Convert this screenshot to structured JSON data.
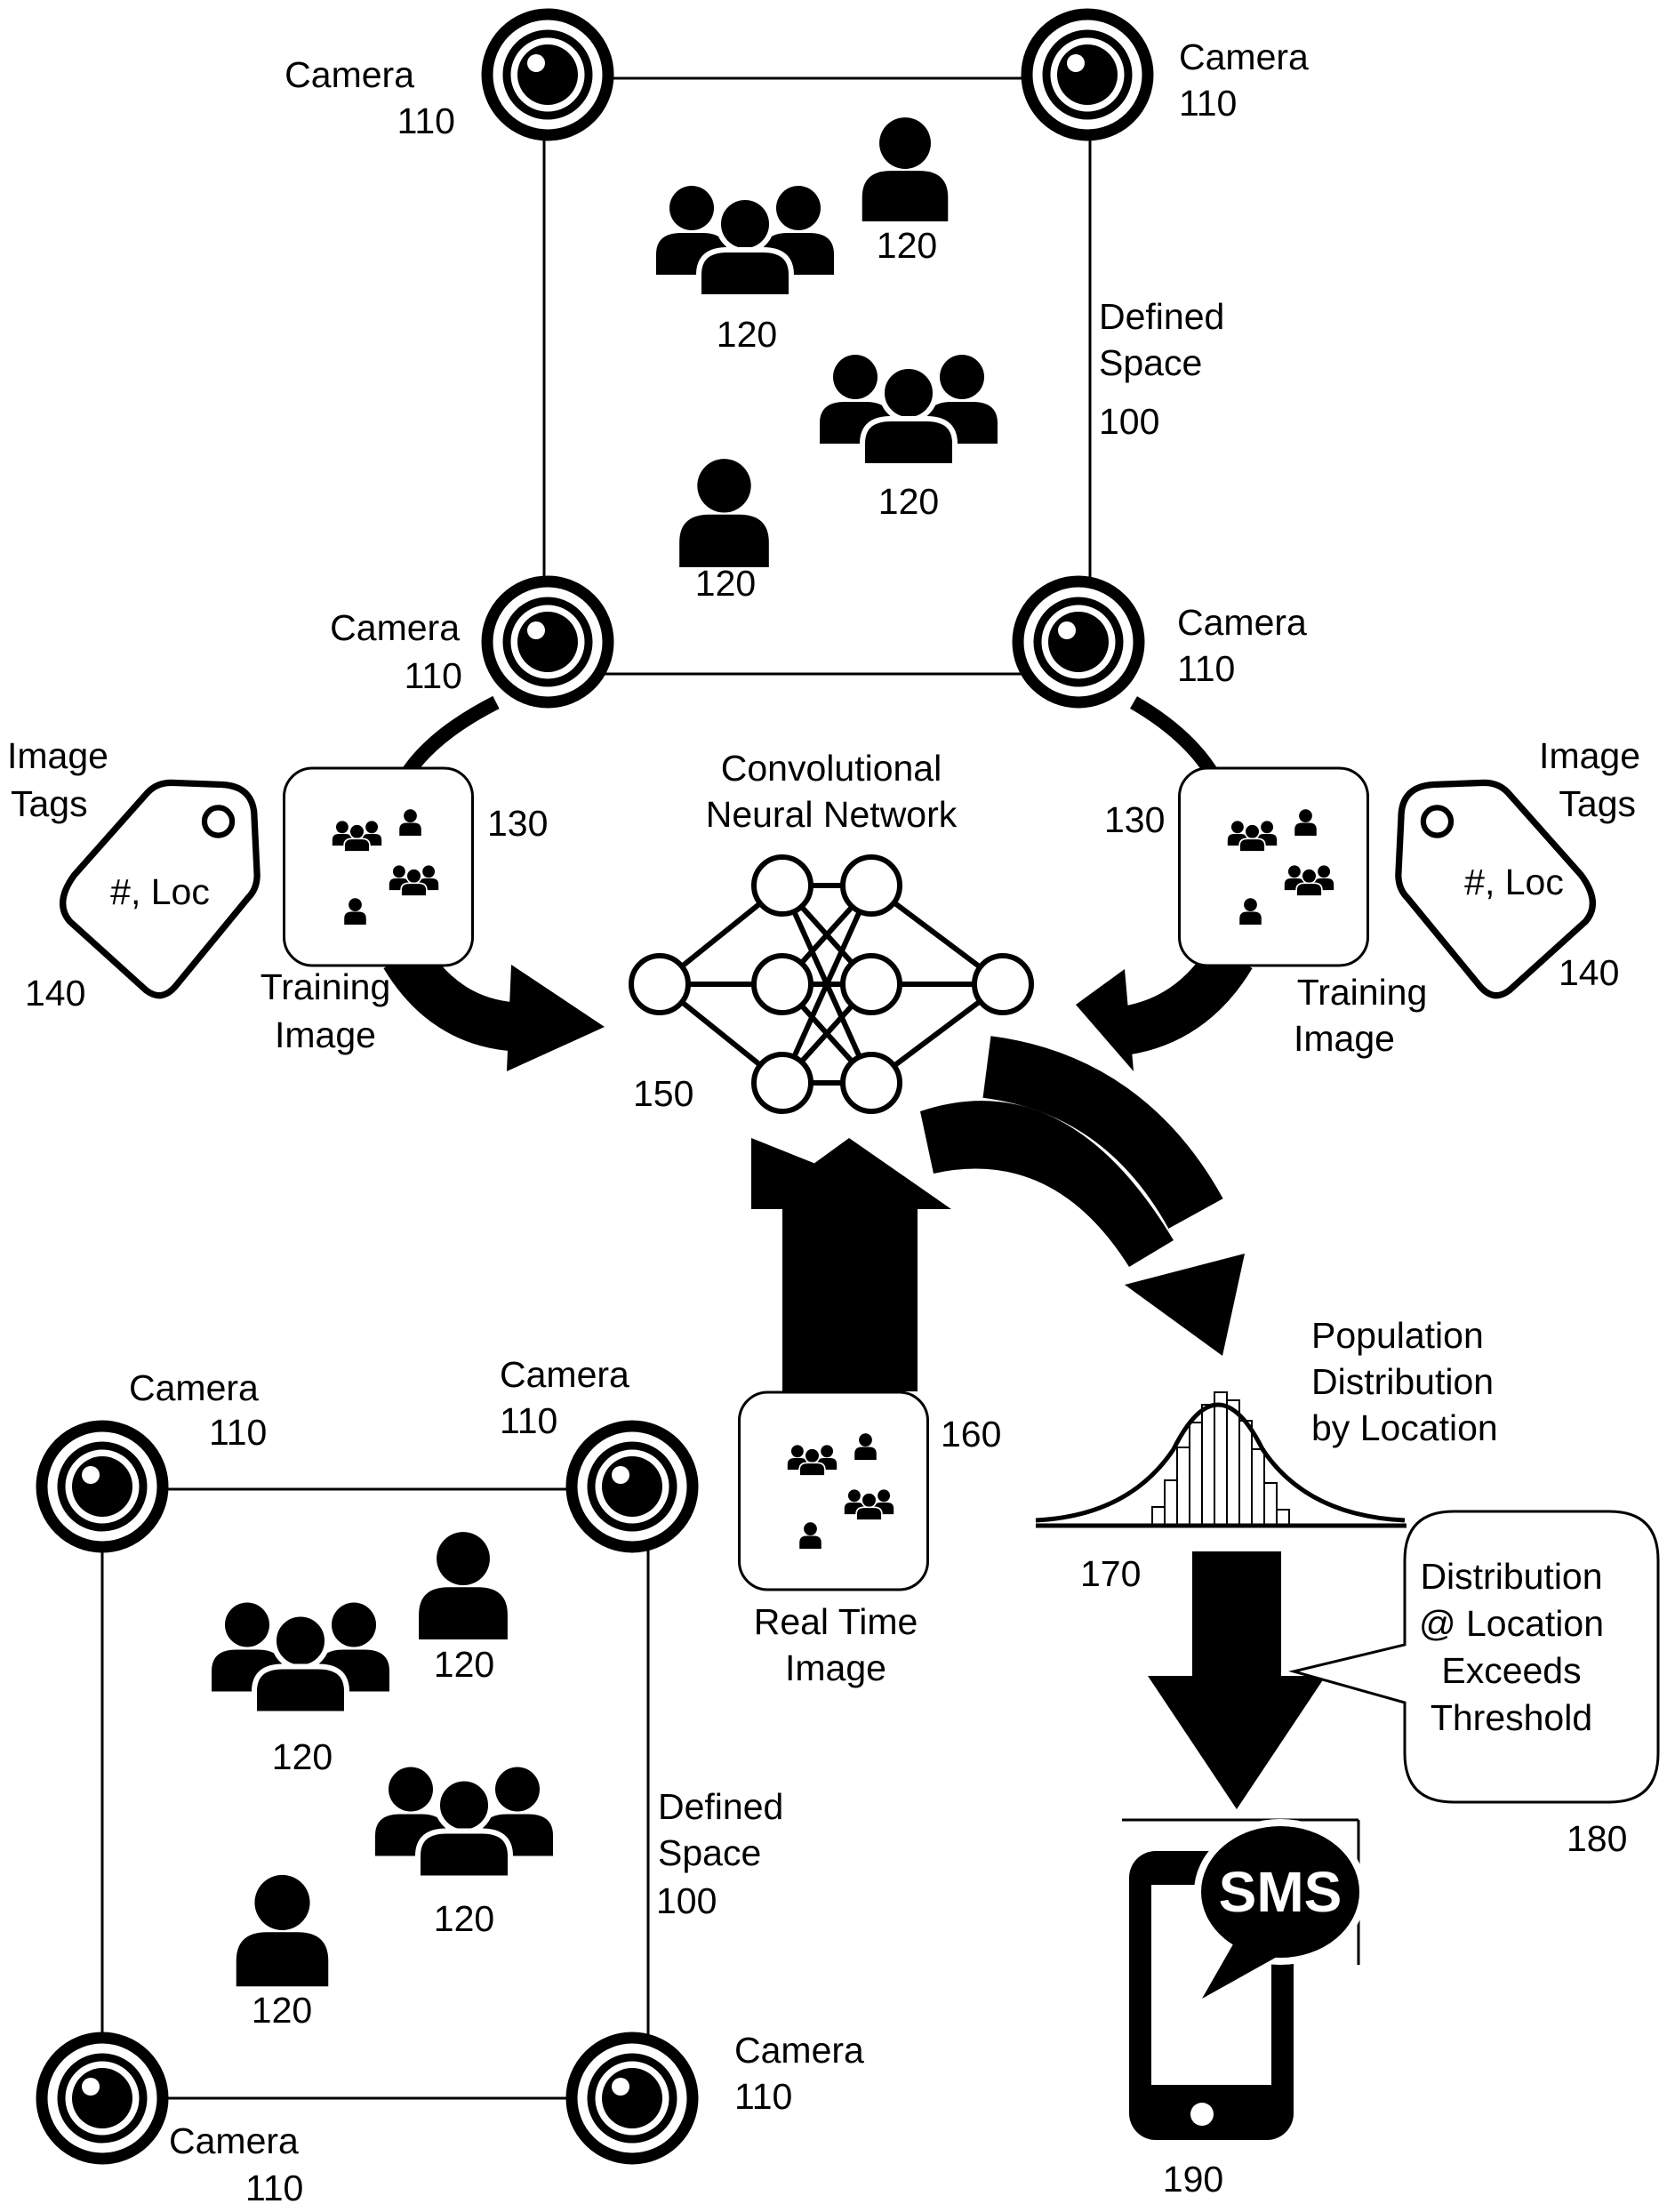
{
  "top_space": {
    "label_line1": "Defined",
    "label_line2": "Space",
    "ref": "100",
    "camera_label": "Camera",
    "camera_ref": "110",
    "person_ref": "120"
  },
  "bottom_space": {
    "label_line1": "Defined",
    "label_line2": "Space",
    "ref": "100",
    "camera_label": "Camera",
    "camera_ref": "110",
    "person_ref": "120"
  },
  "training_left": {
    "image_label_line1": "Training",
    "image_label_line2": "Image",
    "image_ref": "130",
    "tag_label_line1": "Image",
    "tag_label_line2": "Tags",
    "tag_text": "#, Loc",
    "tag_ref": "140"
  },
  "training_right": {
    "image_label_line1": "Training",
    "image_label_line2": "Image",
    "image_ref": "130",
    "tag_label_line1": "Image",
    "tag_label_line2": "Tags",
    "tag_text": "#, Loc",
    "tag_ref": "140"
  },
  "cnn": {
    "title_line1": "Convolutional",
    "title_line2": "Neural Network",
    "ref": "150"
  },
  "realtime": {
    "label_line1": "Real Time",
    "label_line2": "Image",
    "ref": "160"
  },
  "distribution": {
    "label_line1": "Population",
    "label_line2": "Distribution",
    "label_line3": "by Location",
    "ref": "170"
  },
  "callout": {
    "line1": "Distribution",
    "line2": "@ Location",
    "line3": "Exceeds",
    "line4": "Threshold",
    "ref": "180"
  },
  "phone": {
    "bubble_text": "SMS",
    "ref": "190"
  },
  "icons": [
    "camera-icon",
    "person-icon",
    "group-icon",
    "tag-icon",
    "neural-network-icon",
    "bell-curve-histogram-icon",
    "phone-icon",
    "sms-bubble-icon",
    "arrow-icon"
  ]
}
